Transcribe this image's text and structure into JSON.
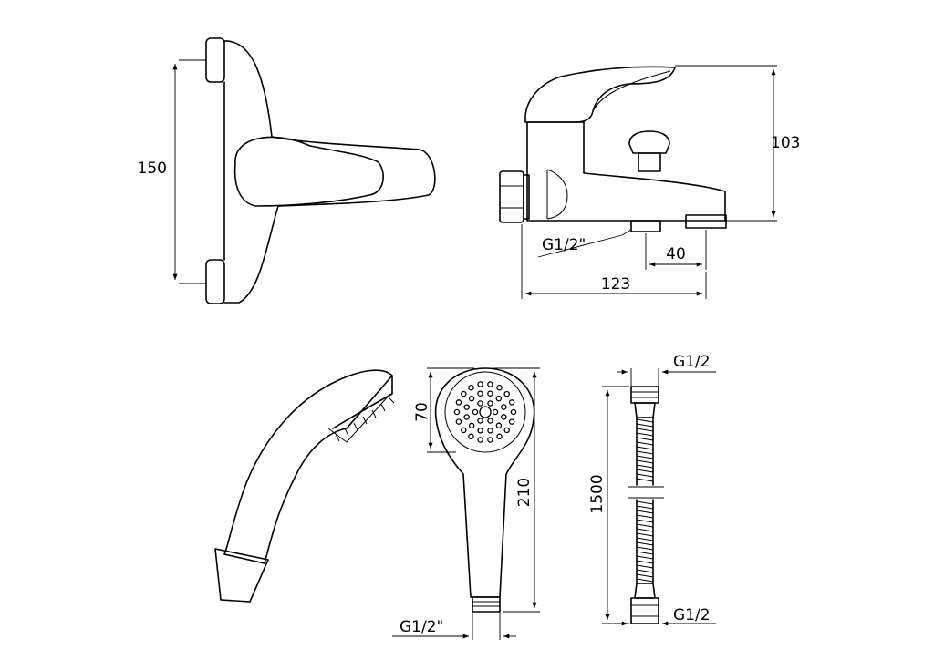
{
  "mixer_front": {
    "height_label": "150"
  },
  "mixer_side": {
    "height_label": "103",
    "thread_label": "G1/2\"",
    "spacing_label": "40",
    "depth_label": "123"
  },
  "hand_shower": {
    "head_label": "70",
    "length_label": "210",
    "thread_label": "G1/2\""
  },
  "hose": {
    "top_thread_label": "G1/2",
    "length_label": "1500",
    "bottom_thread_label": "G1/2"
  }
}
